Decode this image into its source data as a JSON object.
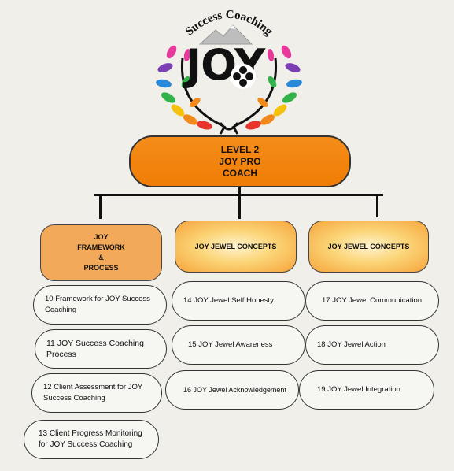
{
  "logo": {
    "arc_text": "Success Coaching",
    "word": "JOY"
  },
  "top": {
    "line1": "LEVEL 2",
    "line2": "JOY PRO",
    "line3": "COACH"
  },
  "categories": [
    {
      "line1": "JOY",
      "line2": "FRAMEWORK",
      "line3": "&",
      "line4": "PROCESS"
    },
    {
      "label": "JOY JEWEL CONCEPTS"
    },
    {
      "label": "JOY JEWEL CONCEPTS"
    }
  ],
  "column1": [
    "10 Framework for JOY Success Coaching",
    "11 JOY Success Coaching Process",
    "12 Client Assessment for JOY Success Coaching",
    "13 Client Progress Monitoring for JOY Success Coaching"
  ],
  "column2": [
    "14 JOY Jewel Self Honesty",
    "15 JOY Jewel Awareness",
    "16 JOY Jewel Acknowledgement"
  ],
  "column3": [
    "17 JOY Jewel Communication",
    "18 JOY Jewel Action",
    "19 JOY Jewel Integration"
  ]
}
